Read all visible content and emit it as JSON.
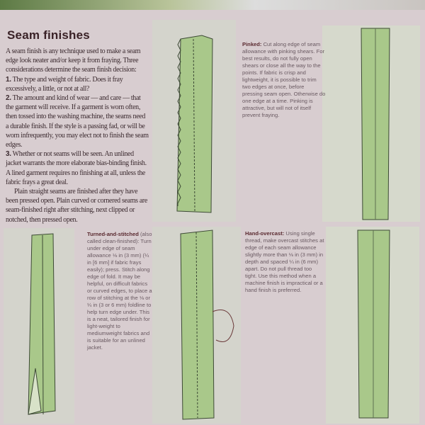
{
  "heading": "Seam finishes",
  "intro": {
    "p1": "A seam finish is any technique used to make a seam edge look neater and/or keep it from fraying. Three considerations determine the seam finish decision:",
    "items": [
      {
        "num": "1.",
        "text": "The type and weight of fabric. Does it fray excessively, a little, or not at all?"
      },
      {
        "num": "2.",
        "text": "The amount and kind of wear — and care — that the garment will receive. If a garment is worn often, then tossed into the washing machine, the seams need a durable finish. If the style is a passing fad, or will be worn infrequently, you may elect not to finish the seam edges."
      },
      {
        "num": "3.",
        "text": "Whether or not seams will be seen. An unlined jacket warrants the more elaborate bias-binding finish. A lined garment requires no finishing at all, unless the fabric frays a great deal."
      }
    ],
    "p2": "Plain straight seams are finished after they have been pressed open. Plain curved or cornered seams are seam-finished right after stitching, next clipped or notched, then pressed open."
  },
  "captions": {
    "pinked": {
      "title": "Pinked:",
      "text": "Cut along edge of seam allowance with pinking shears. For best results, do not fully open shears or close all the way to the points. If fabric is crisp and lightweight, it is possible to trim two edges at once, before pressing seam open. Otherwise do one edge at a time. Pinking is attractive, but will not of itself prevent fraying."
    },
    "turned": {
      "title": "Turned-and-stitched",
      "text": "(also called clean-finished): Turn under edge of seam allowance ⅛ in (3 mm) (¼ in [6 mm] if fabric frays easily); press. Stitch along edge of fold. It may be helpful, on difficult fabrics or curved edges, to place a row of stitching at the ⅛ or ¼ in (3 or 6 mm) foldline to help turn edge under. This is a neat, tailored finish for light-weight to mediumweight fabrics and is suitable for an unlined jacket."
    },
    "overcast": {
      "title": "Hand-overcast:",
      "text": "Using single thread, make overcast stitches at edge of each seam allowance slightly more than ⅛ in (3 mm) in depth and spaced ¼ in (6 mm) apart. Do not pull thread too tight. Use this method when a machine finish is impractical or a hand finish is preferred."
    }
  },
  "colors": {
    "fabric": "#a9c88a",
    "panel": "#d6d9cc",
    "page": "#d8cdd0",
    "heading": "#3a2227"
  }
}
